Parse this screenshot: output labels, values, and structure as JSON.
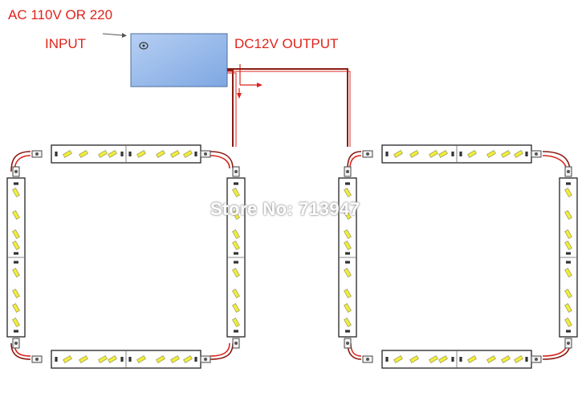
{
  "labels": {
    "ac_input_line1": "AC 110V OR 220",
    "ac_input_line2": "INPUT",
    "dc_output": "DC12V OUTPUT"
  },
  "watermark": "Store No: 713947",
  "colors": {
    "label_red": "#e0231b",
    "adapter_blue": "#8fb5ea",
    "wire_dark_red": "#8a1b12",
    "strip_led_yellow": "#f1ed3a"
  },
  "icons": {
    "power_adapter": "power-adapter-box",
    "arrow": "arrow-icon"
  }
}
